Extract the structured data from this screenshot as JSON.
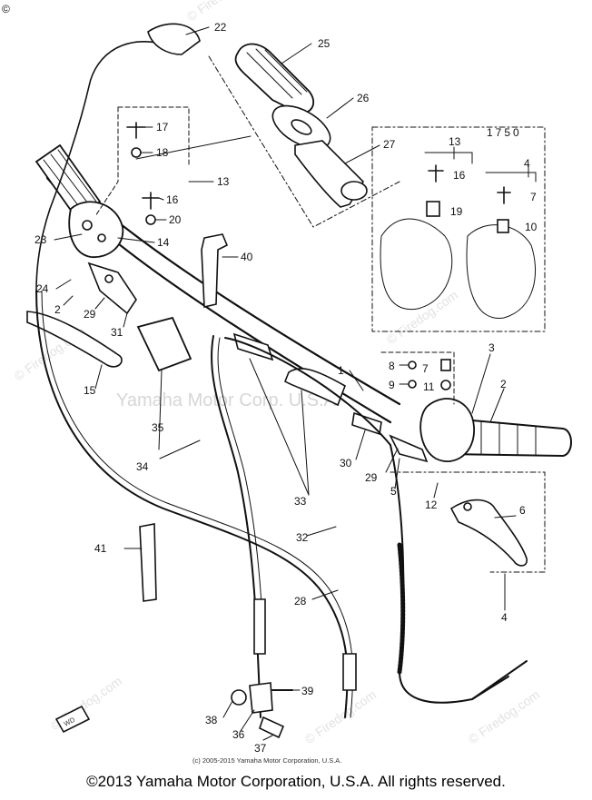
{
  "diagram": {
    "corner_symbol": "©",
    "callouts": {
      "p22": "22",
      "p25": "25",
      "p26": "26",
      "p27": "27",
      "p17": "17",
      "p18": "18",
      "p13a": "13",
      "p16a": "16",
      "p20": "20",
      "p23": "23",
      "p14": "14",
      "p40": "40",
      "p24": "24",
      "p2a": "2",
      "p29a": "29",
      "p31": "31",
      "p15": "15",
      "p35": "35",
      "p34": "34",
      "p33": "33",
      "p30": "30",
      "p29b": "29",
      "p5": "5",
      "p3": "3",
      "p2b": "2",
      "p12": "12",
      "p6": "6",
      "p4b": "4",
      "p8": "8",
      "p7b": "7",
      "p9": "9",
      "p11": "11",
      "p32": "32",
      "p41": "41",
      "p28": "28",
      "p39": "39",
      "p38": "38",
      "p36": "36",
      "p37": "37",
      "p1": "1"
    },
    "inset": {
      "code": "1750",
      "label13": "13",
      "label16": "16",
      "label19": "19",
      "label4": "4",
      "label7": "7",
      "label10": "10"
    },
    "watermark": "Yamaha Motor Corp. U.S.A.",
    "site_watermark": "© Firedog.com",
    "inner_copyright": "(c) 2005-2015 Yamaha Motor Corporation, U.S.A.",
    "wd_tag": "WD"
  },
  "footer": {
    "copyright": "©2013 Yamaha Motor Corporation, U.S.A. All rights reserved."
  }
}
